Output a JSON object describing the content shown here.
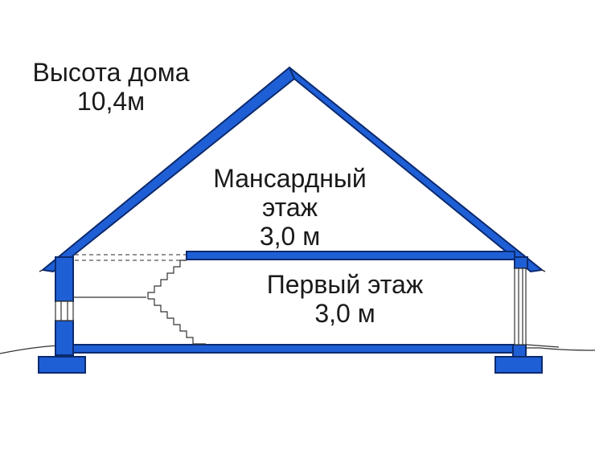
{
  "labels": {
    "house_height": [
      "Высота дома",
      "10,4м"
    ],
    "attic_floor": [
      "Мансардный",
      "этаж",
      "3,0 м"
    ],
    "ground_floor": [
      "Первый этаж",
      "3,0 м"
    ]
  },
  "colors": {
    "structure_fill": "#1f5fd6",
    "structure_outline": "#0b2a6e",
    "line": "#333333",
    "text": "#1a1a1a"
  }
}
